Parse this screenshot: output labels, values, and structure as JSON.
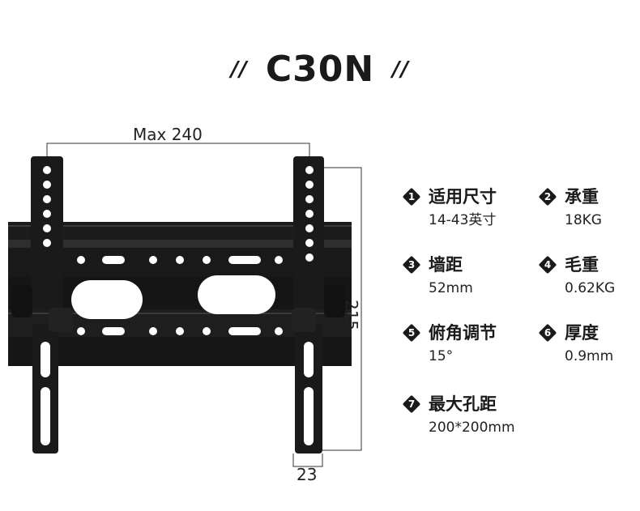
{
  "title": "C30N",
  "title_decor": "//",
  "dimensions": {
    "width_label": "Max 240",
    "height_label": "215",
    "depth_label": "23"
  },
  "specs": [
    {
      "num": "1",
      "label": "适用尺寸",
      "value": "14-43英寸"
    },
    {
      "num": "2",
      "label": "承重",
      "value": "18KG"
    },
    {
      "num": "3",
      "label": "墙距",
      "value": "52mm"
    },
    {
      "num": "4",
      "label": "毛重",
      "value": "0.62KG"
    },
    {
      "num": "5",
      "label": "俯角调节",
      "value": "15°"
    },
    {
      "num": "6",
      "label": "厚度",
      "value": "0.9mm"
    },
    {
      "num": "7",
      "label": "最大孔距",
      "value": "200*200mm"
    }
  ],
  "colors": {
    "bracket": "#1b1b1b",
    "text": "#1a1a1a"
  }
}
